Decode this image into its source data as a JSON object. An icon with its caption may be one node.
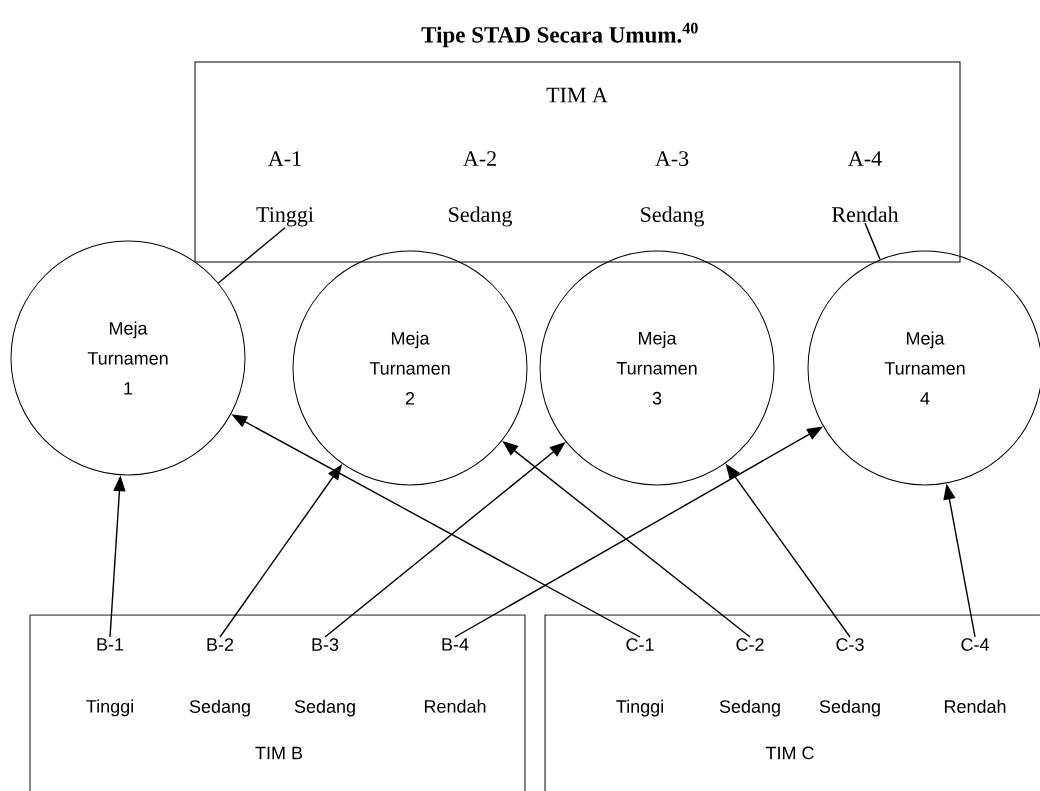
{
  "diagram": {
    "title": "Tipe STAD Secara Umum.$^{40}$",
    "nodes": [
      {
        "text": [
          "TIM A"
        ]
      },
      {
        "text": [
          "A-1",
          "Tinggi"
        ],
        "in": 0
      },
      {
        "text": [
          "A-2",
          "Sedang"
        ],
        "in": 0
      },
      {
        "text": [
          "A-3",
          "Sedang"
        ],
        "in": 0
      },
      {
        "text": [
          "A-4",
          "Rendah"
        ],
        "in": 0
      },
      {
        "text": [
          "Meja Turnamen 1"
        ]
      },
      {
        "text": [
          "Meja Turnamen 2"
        ]
      },
      {
        "text": [
          "Meja Turnamen 3"
        ]
      },
      {
        "text": [
          "Meja Turnamen 4"
        ]
      },
      {
        "text": [
          "TIM B"
        ]
      },
      {
        "text": [
          "B-1",
          "Tinggi"
        ],
        "in": 9
      },
      {
        "text": [
          "B-2",
          "Sedang"
        ],
        "in": 9
      },
      {
        "text": [
          "B-3",
          "Sedang"
        ],
        "in": 9
      },
      {
        "text": [
          "B-4",
          "Rendah"
        ],
        "in": 9
      },
      {
        "text": [
          "TIM C"
        ]
      },
      {
        "text": [
          "C-1",
          "Tinggi"
        ],
        "in": 14
      },
      {
        "text": [
          "C-2",
          "Sedang"
        ],
        "in": 14
      },
      {
        "text": [
          "C-3",
          "Sedang"
        ],
        "in": 14
      },
      {
        "text": [
          "C-4",
          "Rendah"
        ],
        "in": 14
      }
    ],
    "edges": [
      {
        "from": 10,
        "to": 5,
        "arrow": "to"
      },
      {
        "from": 11,
        "to": 6,
        "arrow": "to"
      },
      {
        "from": 12,
        "to": 7,
        "arrow": "to"
      },
      {
        "from": 13,
        "to": 8,
        "arrow": "to"
      },
      {
        "from": 15,
        "to": 5,
        "arrow": "to"
      },
      {
        "from": 16,
        "to": 6,
        "arrow": "to"
      },
      {
        "from": 17,
        "to": 7,
        "arrow": "to"
      },
      {
        "from": 18,
        "to": 8,
        "arrow": "to"
      },
      {
        "from": 1,
        "to": 5,
        "arrow": "none"
      },
      {
        "from": 4,
        "to": 8,
        "arrow": "none"
      }
    ]
  }
}
